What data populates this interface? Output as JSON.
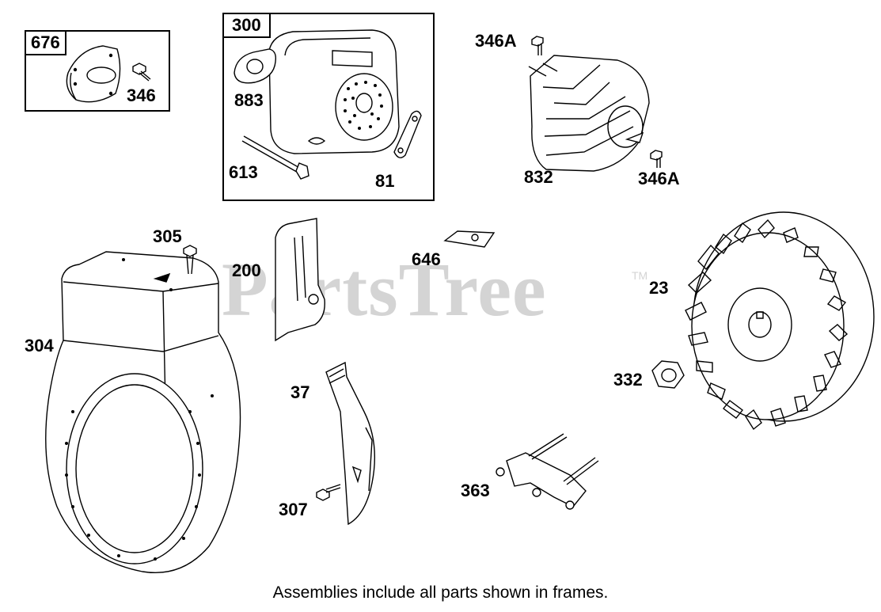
{
  "watermark": {
    "text": "PartsTree",
    "trademark": "TM"
  },
  "footer": "Assemblies include all parts shown in frames.",
  "frames": [
    {
      "id": "676",
      "label": "676"
    },
    {
      "id": "300",
      "label": "300"
    }
  ],
  "parts": [
    {
      "id": "346",
      "label": "346"
    },
    {
      "id": "883",
      "label": "883"
    },
    {
      "id": "613",
      "label": "613"
    },
    {
      "id": "81",
      "label": "81"
    },
    {
      "id": "346a-top",
      "label": "346A"
    },
    {
      "id": "832",
      "label": "832"
    },
    {
      "id": "346a-bottom",
      "label": "346A"
    },
    {
      "id": "305",
      "label": "305"
    },
    {
      "id": "200",
      "label": "200"
    },
    {
      "id": "646",
      "label": "646"
    },
    {
      "id": "23",
      "label": "23"
    },
    {
      "id": "304",
      "label": "304"
    },
    {
      "id": "332",
      "label": "332"
    },
    {
      "id": "37",
      "label": "37"
    },
    {
      "id": "363",
      "label": "363"
    },
    {
      "id": "307",
      "label": "307"
    }
  ],
  "colors": {
    "line": "#000000",
    "watermark": "#d4d4d4",
    "background": "#ffffff"
  }
}
